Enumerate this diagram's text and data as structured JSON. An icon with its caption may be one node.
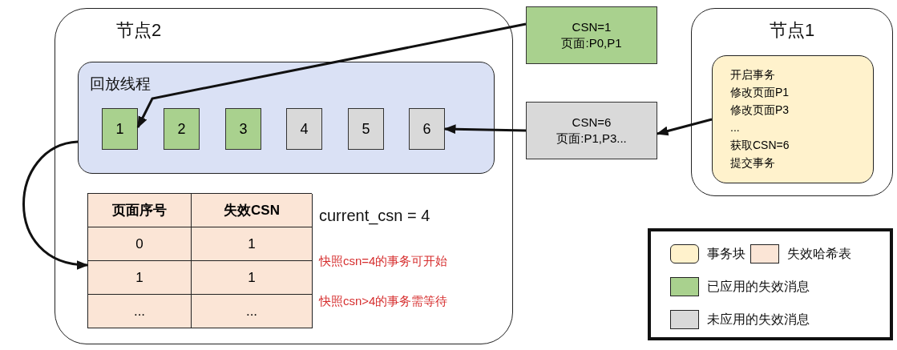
{
  "diagram": {
    "nodes": [
      {
        "text": [
          "节点2"
        ]
      },
      {
        "text": [
          "回放线程"
        ],
        "in": 0
      },
      {
        "text": [
          "1"
        ],
        "in": 1
      },
      {
        "text": [
          "2"
        ],
        "in": 1
      },
      {
        "text": [
          "3"
        ],
        "in": 1
      },
      {
        "text": [
          "4"
        ],
        "in": 1
      },
      {
        "text": [
          "5"
        ],
        "in": 1
      },
      {
        "text": [
          "6"
        ],
        "in": 1
      },
      {
        "text": [
          "页面序号",
          "失效CSN",
          "0",
          "1",
          "1",
          "1",
          "...",
          "..."
        ],
        "in": 0
      },
      {
        "text": [
          "CSN=1",
          "页面:P0,P1"
        ]
      },
      {
        "text": [
          "CSN=6",
          "页面:P1,P3..."
        ]
      },
      {
        "text": [
          "节点1"
        ]
      },
      {
        "text": [
          "开启事务",
          "修改页面P1",
          "修改页面P3",
          "...",
          "获取CSN=6",
          "提交事务"
        ],
        "in": 11
      }
    ],
    "edges": [
      {
        "from": 9,
        "to": 2,
        "arrow": "to"
      },
      {
        "from": 10,
        "to": 7,
        "arrow": "to"
      },
      {
        "from": 12,
        "to": 10,
        "arrow": "to"
      },
      {
        "from": 1,
        "to": 8,
        "arrow": "to"
      }
    ],
    "labels": [
      "current_csn = 4",
      "快照csn=4的事务可开始",
      "快照csn>4的事务需等待"
    ],
    "legend": [
      {
        "text": "事务块",
        "color": "#fff2cc"
      },
      {
        "text": "失效哈希表",
        "color": "#fbe5d6"
      },
      {
        "text": "已应用的失效消息",
        "color": "#a9d18e"
      },
      {
        "text": "未应用的失效消息",
        "color": "#d9d9d9"
      }
    ]
  }
}
